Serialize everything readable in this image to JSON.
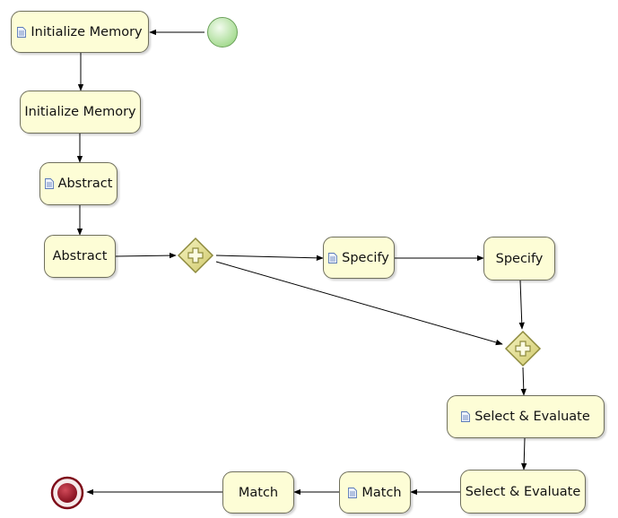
{
  "tasks": {
    "init_memory_doc": "Initialize Memory",
    "init_memory": "Initialize Memory",
    "abstract_doc": "Abstract",
    "abstract": "Abstract",
    "specify_doc": "Specify",
    "specify": "Specify",
    "select_evaluate_doc": "Select & Evaluate",
    "select_evaluate": "Select & Evaluate",
    "match_doc": "Match",
    "match": "Match"
  },
  "icons": {
    "document": "document-icon",
    "start": "start-event-icon",
    "end": "end-event-icon",
    "gateway": "parallel-gateway-icon"
  },
  "colors": {
    "task_fill": "#fdfdd6",
    "start_fill": "#b9e6a6",
    "end_fill": "#a01c2c",
    "gateway_fill": "#e6e29a"
  }
}
